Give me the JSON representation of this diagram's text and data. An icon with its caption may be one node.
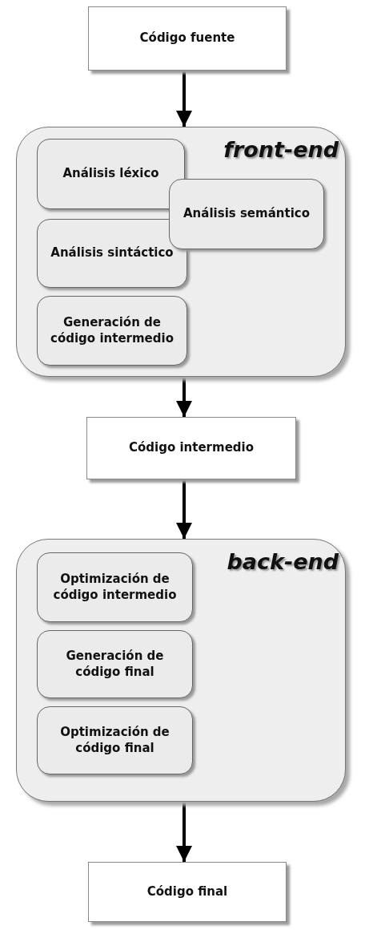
{
  "diagram": {
    "nodes": [
      {
        "text": [
          "Código fuente"
        ]
      },
      {
        "text": [
          "front-end"
        ]
      },
      {
        "text": [
          "Análisis léxico"
        ],
        "in": 1
      },
      {
        "text": [
          "Análisis semántico"
        ],
        "in": 1
      },
      {
        "text": [
          "Análisis sintáctico"
        ],
        "in": 1
      },
      {
        "text": [
          "Generación de código intermedio"
        ],
        "in": 1
      },
      {
        "text": [
          "Código intermedio"
        ]
      },
      {
        "text": [
          "back-end"
        ]
      },
      {
        "text": [
          "Optimización de código intermedio"
        ],
        "in": 7
      },
      {
        "text": [
          "Generación de código final"
        ],
        "in": 7
      },
      {
        "text": [
          "Optimización de código final"
        ],
        "in": 7
      },
      {
        "text": [
          "Código final"
        ]
      }
    ],
    "edges": [
      {
        "from": 0,
        "to": 1,
        "arrow": "to"
      },
      {
        "from": 1,
        "to": 6,
        "arrow": "to"
      },
      {
        "from": 6,
        "to": 7,
        "arrow": "to"
      },
      {
        "from": 7,
        "to": 11,
        "arrow": "to"
      }
    ]
  }
}
